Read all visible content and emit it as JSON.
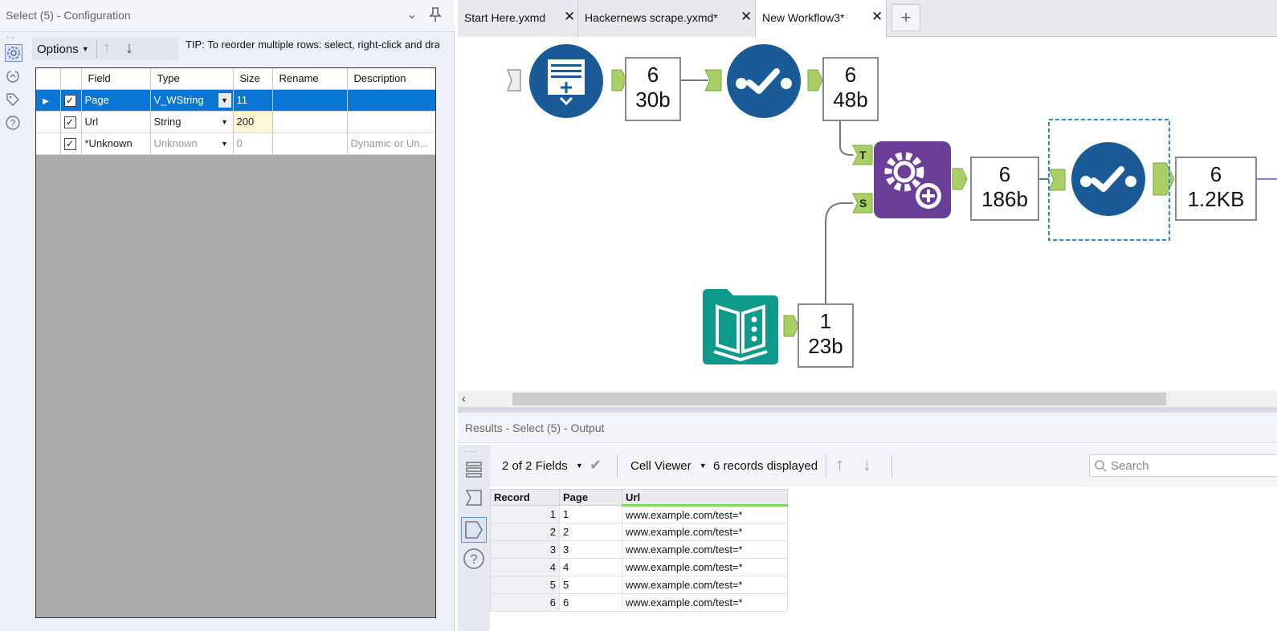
{
  "config_panel": {
    "title": "Select (5) - Configuration",
    "options_label": "Options",
    "tip": "TIP: To reorder multiple rows: select, right-click and drag",
    "columns": [
      "Field",
      "Type",
      "Size",
      "Rename",
      "Description"
    ],
    "rows": [
      {
        "field": "Page",
        "type": "V_WString",
        "size": "11",
        "rename": "",
        "description": "",
        "checked": true
      },
      {
        "field": "Url",
        "type": "String",
        "size": "200",
        "rename": "",
        "description": "",
        "checked": true
      },
      {
        "field": "*Unknown",
        "type": "Unknown",
        "size": "0",
        "rename": "",
        "description": "Dynamic or Un...",
        "checked": true
      }
    ]
  },
  "tabs": [
    {
      "label": "Start Here.yxmd",
      "active": false
    },
    {
      "label": "Hackernews scrape.yxmd*",
      "active": false
    },
    {
      "label": "New Workflow3*",
      "active": true
    }
  ],
  "workflow": {
    "counts": [
      {
        "records": "6",
        "size": "30b"
      },
      {
        "records": "6",
        "size": "48b"
      },
      {
        "records": "6",
        "size": "186b"
      },
      {
        "records": "6",
        "size": "1.2KB"
      },
      {
        "records": "1",
        "size": "23b"
      }
    ],
    "anchor_labels": {
      "target": "T",
      "source": "S"
    }
  },
  "results": {
    "title": "Results - Select (5) - Output",
    "fields_label": "2 of 2 Fields",
    "viewer_label": "Cell Viewer",
    "records_label": "6 records displayed",
    "search_placeholder": "Search",
    "columns": [
      "Record",
      "Page",
      "Url"
    ],
    "rows": [
      [
        "1",
        "1",
        "www.example.com/test=*"
      ],
      [
        "2",
        "2",
        "www.example.com/test=*"
      ],
      [
        "3",
        "3",
        "www.example.com/test=*"
      ],
      [
        "4",
        "4",
        "www.example.com/test=*"
      ],
      [
        "5",
        "5",
        "www.example.com/test=*"
      ],
      [
        "6",
        "6",
        "www.example.com/test=*"
      ]
    ]
  },
  "colors": {
    "selection_blue": "#0a77d6",
    "tool_blue": "#1a5a96",
    "tool_purple": "#6a3e97",
    "tool_teal": "#0d9a8a",
    "anchor_green": "#a9d065"
  }
}
